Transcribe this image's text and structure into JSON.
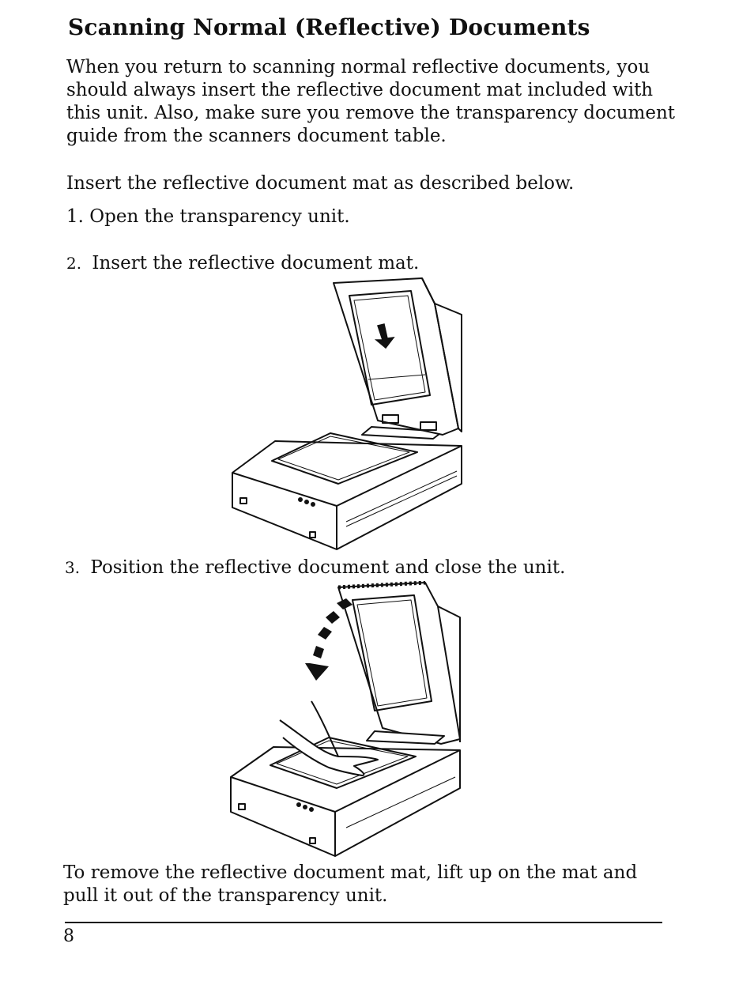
{
  "heading": "Scanning Normal (Reflective) Documents",
  "intro": "When you return to scanning normal reflective documents, you should always insert the reflective document mat included with this unit. Also, make sure you remove the transparency document guide from the scanners document table.",
  "instruction": "Insert the reflective document mat as described below.",
  "steps": [
    {
      "num": "1.",
      "text": "Open the transparency unit."
    },
    {
      "num": "2.",
      "text": "Insert the reflective document mat."
    },
    {
      "num": "3.",
      "text": "Position the reflective document and close the unit."
    }
  ],
  "closing": "To remove the reflective document mat, lift up on the mat and pull it out of the transparency unit.",
  "page_number": "8"
}
